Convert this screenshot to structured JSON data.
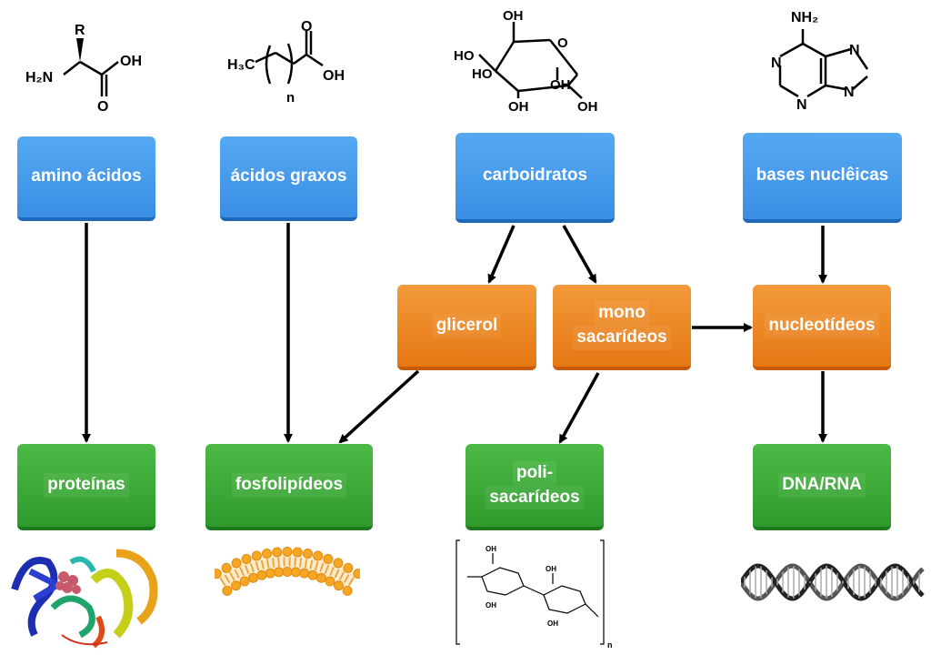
{
  "boxes": {
    "amino": "amino ácidos",
    "acidos": "ácidos graxos",
    "carbo": "carboidratos",
    "bases": "bases nuclêicas",
    "glicerol": "glicerol",
    "mono_1": "mono",
    "mono_2": "sacarídeos",
    "nucleot": "nucleotídeos",
    "proteinas": "proteínas",
    "fosfo": "fosfolipídeos",
    "poli_1": "poli-",
    "poli_2": "sacarídeos",
    "dna": "DNA/RNA"
  },
  "molecules": {
    "amino_R": "R",
    "amino_H2N": "H₂N",
    "amino_OH": "OH",
    "amino_O": "O",
    "fatty_H3C": "H₃C",
    "fatty_n": "n",
    "fatty_O": "O",
    "fatty_OH": "OH",
    "sugar_OH_top": "OH",
    "sugar_HO_left": "HO",
    "sugar_HO_mid": "HO",
    "sugar_OH_bottom": "OH",
    "sugar_OH_right": "OH",
    "sugar_O_ring": "O",
    "adenine_NH2": "NH₂",
    "adenine_N1": "N",
    "adenine_N3": "N",
    "adenine_N7": "N",
    "adenine_N9": "N",
    "poly_n": "n",
    "poly_OH": "OH"
  },
  "colors": {
    "blue": "#3a8fe4",
    "orange": "#e57713",
    "green": "#2e9a2c",
    "arrow": "#000000"
  }
}
